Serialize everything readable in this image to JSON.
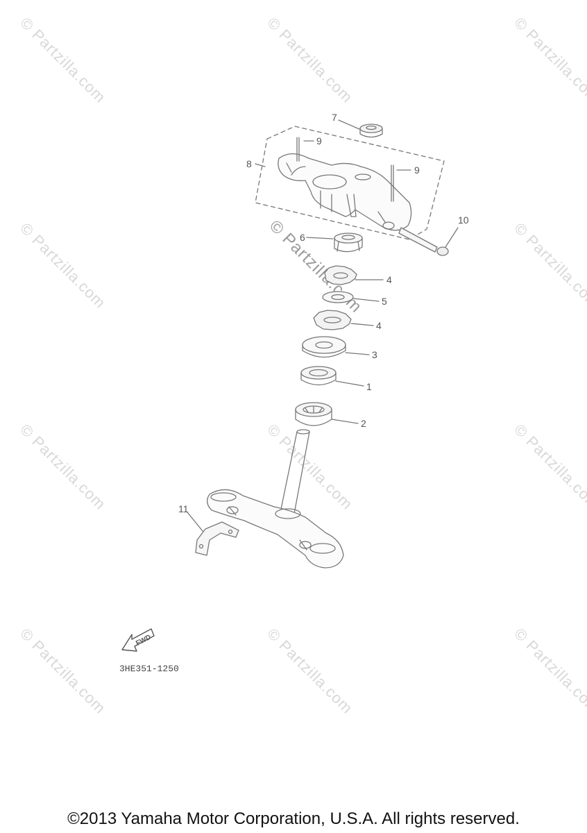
{
  "diagram": {
    "part_code": "3HE351-1250",
    "fwd_label": "FWD",
    "copyright": "©2013 Yamaha Motor Corporation, U.S.A. All rights reserved.",
    "watermark_text": "© Partzilla.com",
    "callouts": {
      "c1": "1",
      "c2": "2",
      "c3": "3",
      "c4a": "4",
      "c4b": "4",
      "c5": "5",
      "c6": "6",
      "c7": "7",
      "c8": "8",
      "c9a": "9",
      "c9b": "9",
      "c10": "10",
      "c11": "11"
    }
  }
}
